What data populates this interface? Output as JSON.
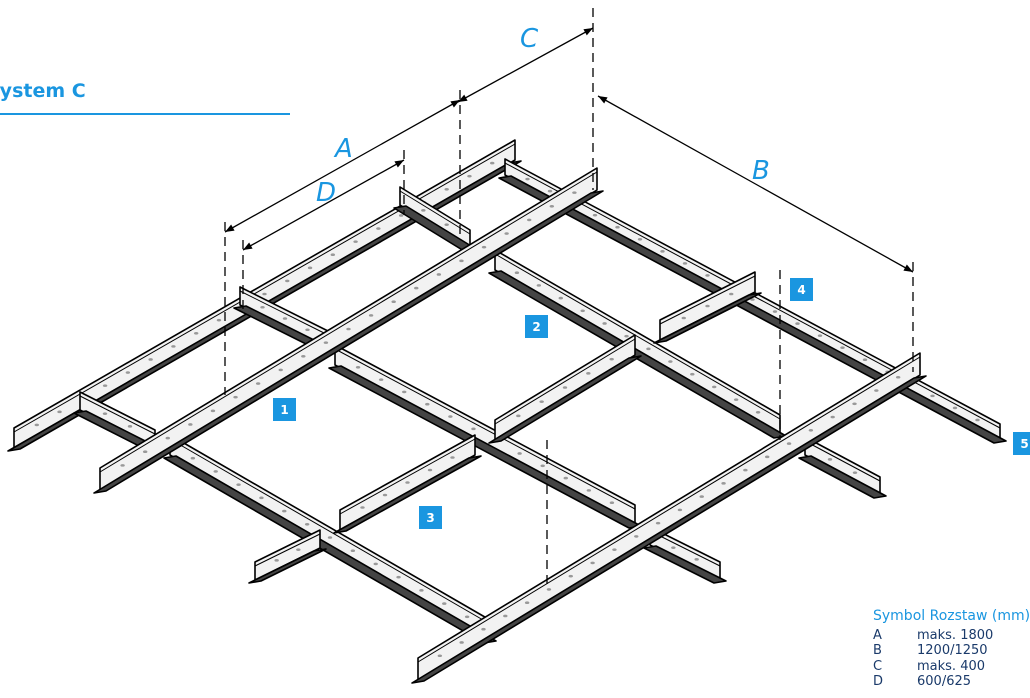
{
  "title": "System C",
  "dimension_labels": {
    "A": "A",
    "B": "B",
    "C": "C",
    "D": "D"
  },
  "badges": [
    "1",
    "2",
    "3",
    "4",
    "5"
  ],
  "legend": {
    "header_symbol": "Symbol",
    "header_spacing": "Rozstaw (mm)",
    "rows": [
      {
        "symbol": "A",
        "value": "maks. 1800"
      },
      {
        "symbol": "B",
        "value": "1200/1250"
      },
      {
        "symbol": "C",
        "value": "maks. 400"
      },
      {
        "symbol": "D",
        "value": "600/625"
      }
    ]
  },
  "colors": {
    "accent": "#1a96e0",
    "line": "#000000",
    "profile": "#f2f2f2"
  }
}
